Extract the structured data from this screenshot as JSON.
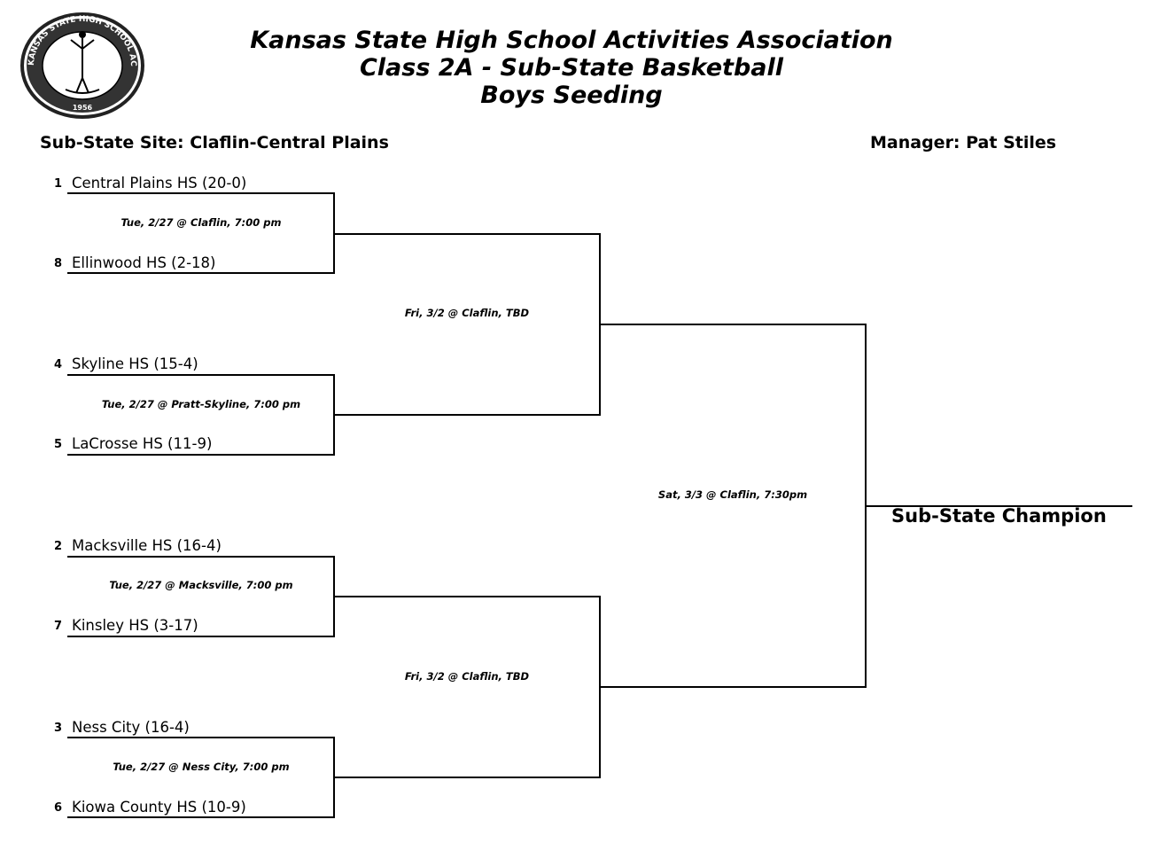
{
  "header": {
    "line1": "Kansas State High School Activities Association",
    "line2": "Class 2A - Sub-State Basketball",
    "line3": "Boys Seeding"
  },
  "logo": {
    "ring_text_top": "KANSAS STATE HIGH SCHOOL ACTIVITIES ASSOCIATION, INC.",
    "year": "1956"
  },
  "site_label": "Sub-State Site: Claflin-Central Plains",
  "manager_label": "Manager: Pat Stiles",
  "teams": [
    {
      "seed": "1",
      "name": "Central Plains HS (20-0)"
    },
    {
      "seed": "8",
      "name": "Ellinwood HS (2-18)"
    },
    {
      "seed": "4",
      "name": "Skyline HS (15-4)"
    },
    {
      "seed": "5",
      "name": "LaCrosse HS (11-9)"
    },
    {
      "seed": "2",
      "name": "Macksville HS (16-4)"
    },
    {
      "seed": "7",
      "name": "Kinsley HS (3-17)"
    },
    {
      "seed": "3",
      "name": "Ness City (16-4)"
    },
    {
      "seed": "6",
      "name": "Kiowa County HS (10-9)"
    }
  ],
  "round1_games": [
    "Tue, 2/27 @ Claflin, 7:00 pm",
    "Tue, 2/27 @ Pratt-Skyline, 7:00 pm",
    "Tue, 2/27 @ Macksville, 7:00 pm",
    "Tue, 2/27 @ Ness City, 7:00 pm"
  ],
  "semifinal_games": [
    "Fri, 3/2 @ Claflin, TBD",
    "Fri, 3/2 @ Claflin, TBD"
  ],
  "final_game": "Sat, 3/3 @ Claflin, 7:30pm",
  "champion_label": "Sub-State Champion"
}
